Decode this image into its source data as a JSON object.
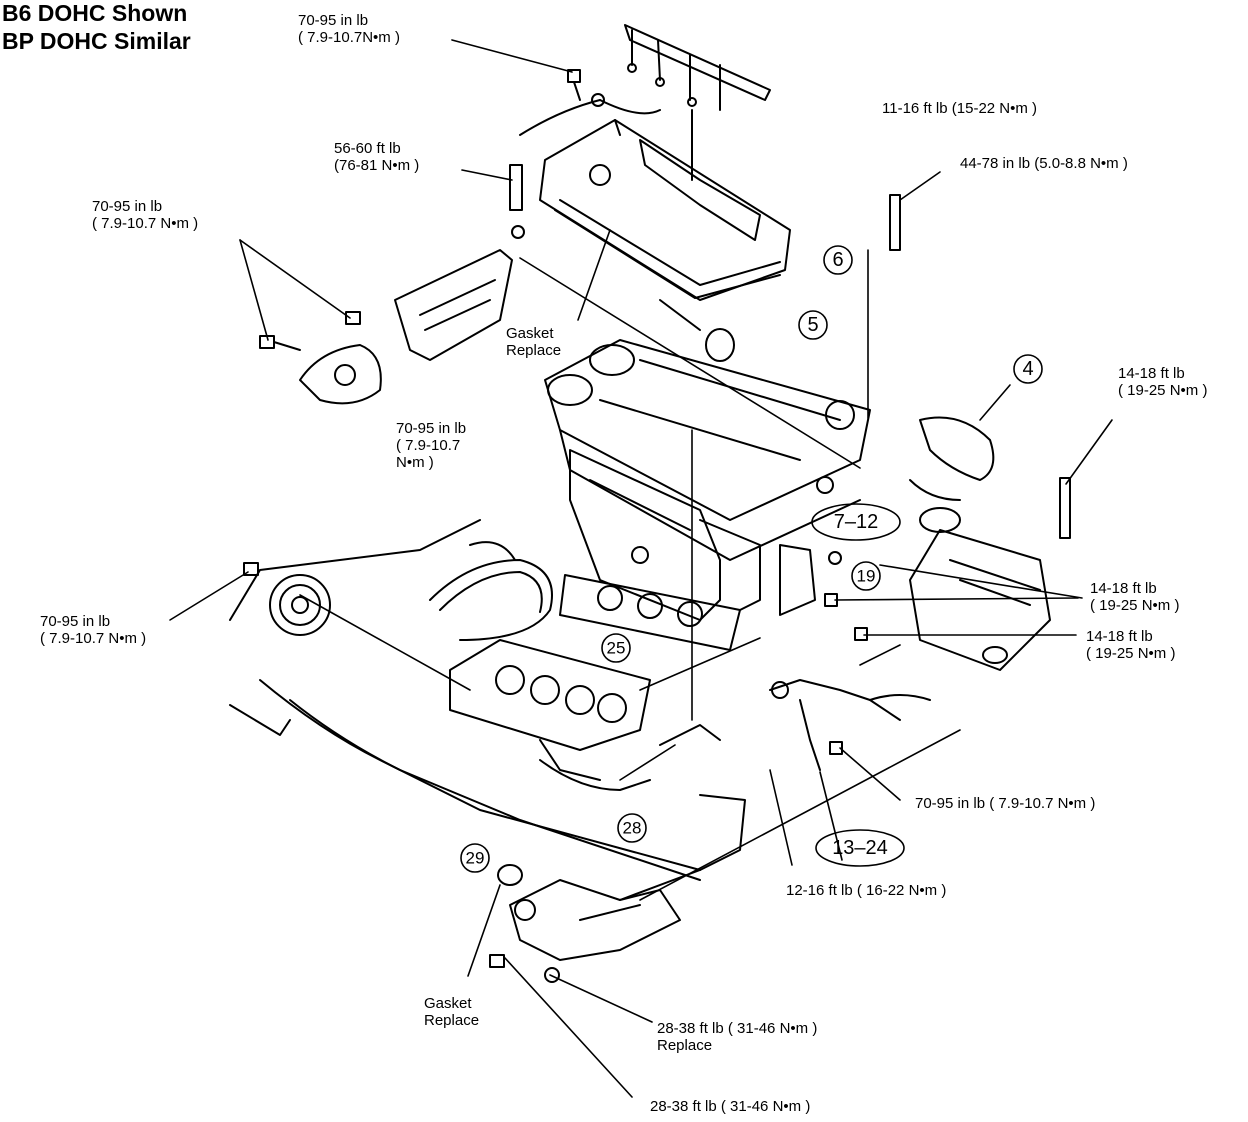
{
  "title": {
    "line1": "B6 DOHC Shown",
    "line2": "BP DOHC Similar"
  },
  "labels": {
    "t1": [
      "70-95 in lb",
      "( 7.9-10.7N•m )"
    ],
    "t2": [
      "56-60 ft lb",
      "(76-81 N•m )"
    ],
    "t3": [
      "70-95 in lb",
      "( 7.9-10.7 N•m )"
    ],
    "t4": [
      "11-16 ft lb (15-22 N•m )"
    ],
    "t5": [
      "44-78 in lb (5.0-8.8 N•m )"
    ],
    "t6": [
      "Gasket",
      "Replace"
    ],
    "t7": [
      "70-95 in lb",
      "( 7.9-10.7",
      "N•m )"
    ],
    "t8": [
      "14-18 ft lb",
      "( 19-25 N•m )"
    ],
    "t9": [
      "14-18 ft lb",
      "( 19-25 N•m )"
    ],
    "t10": [
      "14-18 ft lb",
      "( 19-25 N•m )"
    ],
    "t11": [
      "70-95 in lb",
      "( 7.9-10.7 N•m )"
    ],
    "t12": [
      "70-95 in lb ( 7.9-10.7 N•m )"
    ],
    "t13": [
      "12-16 ft lb ( 16-22 N•m )"
    ],
    "t14": [
      "Gasket",
      "Replace"
    ],
    "t15": [
      "28-38 ft lb ( 31-46 N•m )",
      "Replace"
    ],
    "t16": [
      "28-38 ft lb ( 31-46 N•m )"
    ]
  },
  "callouts": {
    "c4": "4",
    "c5": "5",
    "c6": "6",
    "c7_12": "7–12",
    "c13_24": "13–24",
    "c19": "19",
    "c25": "25",
    "c28": "28",
    "c29": "29"
  }
}
